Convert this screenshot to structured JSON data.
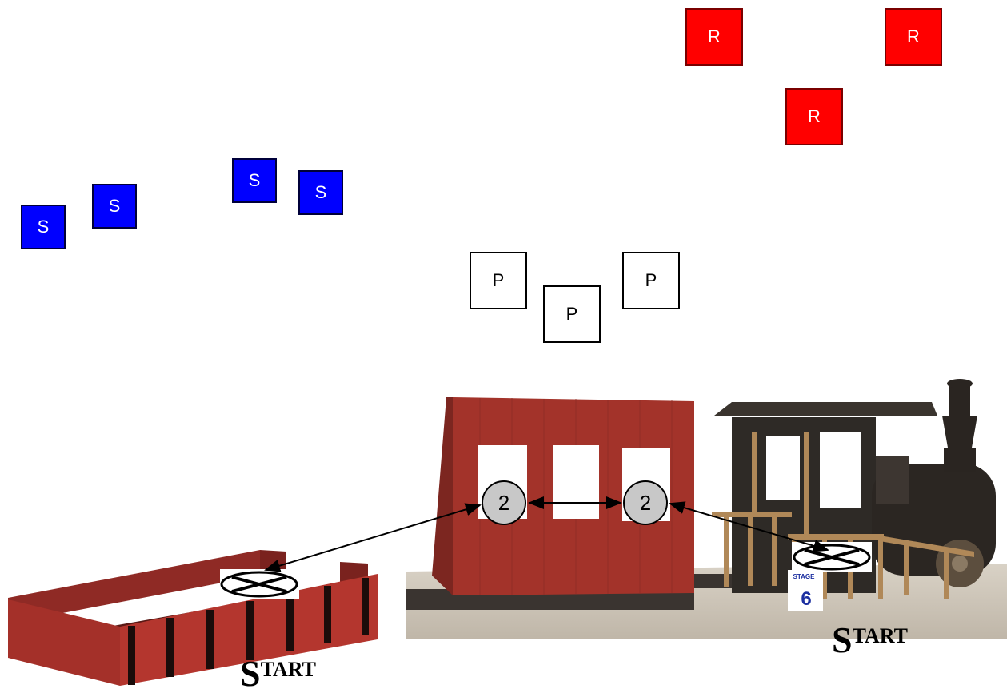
{
  "targets": {
    "red": [
      {
        "label": "R"
      },
      {
        "label": "R"
      },
      {
        "label": "R"
      }
    ],
    "blue": [
      {
        "label": "S"
      },
      {
        "label": "S"
      },
      {
        "label": "S"
      },
      {
        "label": "S"
      }
    ],
    "paper": [
      {
        "label": "P"
      },
      {
        "label": "P"
      },
      {
        "label": "P"
      }
    ]
  },
  "markers": {
    "window_left": "2",
    "window_right": "2"
  },
  "start_left": {
    "big": "S",
    "rest": "TART"
  },
  "start_right": {
    "big": "S",
    "rest": "TART"
  },
  "stage_sign": {
    "top": "STAGE",
    "number": "6"
  },
  "colors": {
    "red_target": "#ff0000",
    "blue_target": "#0000ff",
    "paper_target": "#ffffff",
    "barn_red": "#9b2d28",
    "marker_gray": "#c8c8c8",
    "locomotive": "#2e2a26"
  }
}
